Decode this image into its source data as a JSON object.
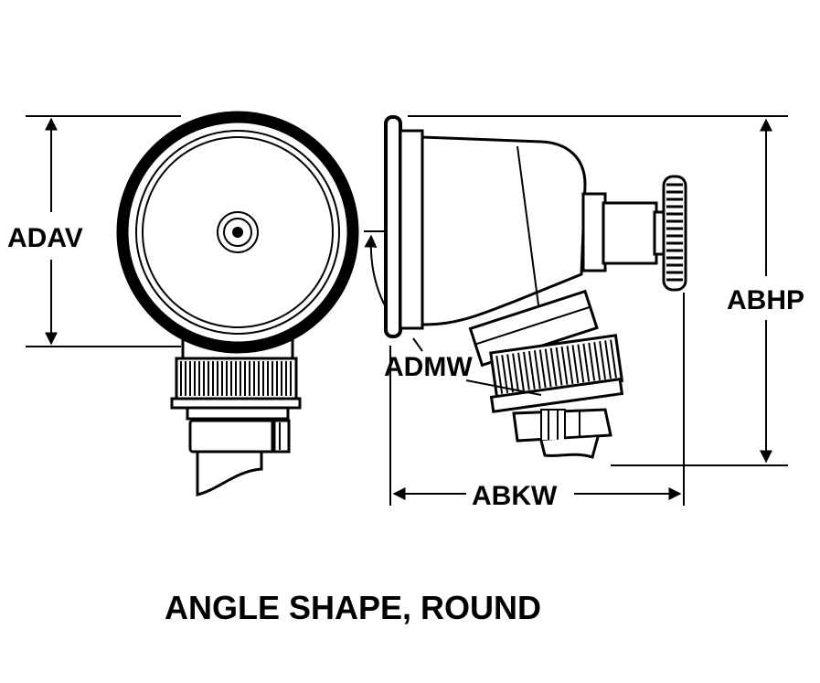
{
  "colors": {
    "ink": "#000000",
    "paper": "#ffffff"
  },
  "diagram": {
    "caption": "ANGLE SHAPE, ROUND",
    "dimensions": {
      "adav": "ADAV",
      "abhp": "ABHP",
      "admw": "ADMW",
      "abkw": "ABKW"
    }
  }
}
